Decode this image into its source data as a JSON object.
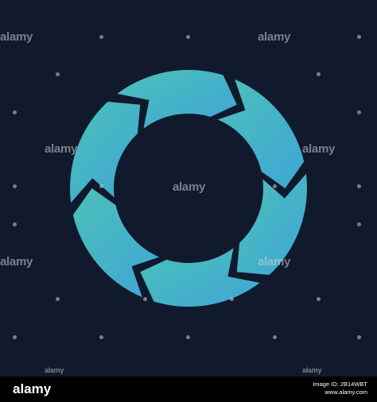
{
  "graphic": {
    "icon": "circular-cycle-arrows-icon",
    "segment_count": 6,
    "colors": {
      "background": "#101a2c",
      "gradient_start": "#4cc0b8",
      "gradient_end": "#3ea6d6",
      "footer_background": "#000000",
      "footer_text": "#ffffff"
    }
  },
  "watermark": {
    "text": "alamy"
  },
  "footer": {
    "logo": "alamy",
    "image_id_line": "Image ID: 2B14WBT",
    "site_line": "www.alamy.com"
  }
}
